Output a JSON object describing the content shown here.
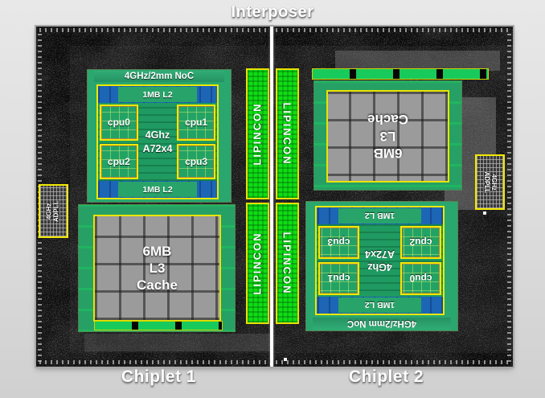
{
  "title": "Interposer",
  "colors": {
    "emerald_block": "#2aa76e",
    "bright_green_lipincon": "#0fdd14",
    "segment_green": "#1bc95c",
    "l2_blue": "#1c66b5",
    "outline_yellow": "#f2e800",
    "cache_gray": "#9b9b9b",
    "die_black": "#070707",
    "page_background": "#dcdcdc",
    "label_white": "#ffffff"
  },
  "chiplets": {
    "c1": {
      "label": "Chiplet 1",
      "noc": "4GHz/2mm NoC",
      "l2_top": "1MB L2",
      "l2_bottom": "1MB L2",
      "cpu0": "cpu0",
      "cpu1": "cpu1",
      "cpu2": "cpu2",
      "cpu3": "cpu3",
      "core_freq": "4Ghz",
      "core_type": "A72x4",
      "l3_size": "6MB",
      "l3_level": "L3",
      "l3_word": "Cache",
      "adpll_freq": "4GHz",
      "adpll_name": "ADPLL"
    },
    "c2": {
      "label": "Chiplet 2",
      "noc": "4GHz/2mm NoC",
      "l2_top": "1MB L2",
      "l2_bottom": "1MB L2",
      "cpu0": "cpu0",
      "cpu1": "cpu1",
      "cpu2": "cpu2",
      "cpu3": "cpu3",
      "core_freq": "4Ghz",
      "core_type": "A72x4",
      "l3_size": "6MB",
      "l3_level": "L3",
      "l3_word": "Cache",
      "adpll_freq": "4GHz",
      "adpll_name": "ADPLL"
    }
  },
  "lipincon": {
    "b1": "LIPINCON",
    "b2": "LIPINCON",
    "b3": "LIPINCON",
    "b4": "LIPINCON"
  }
}
